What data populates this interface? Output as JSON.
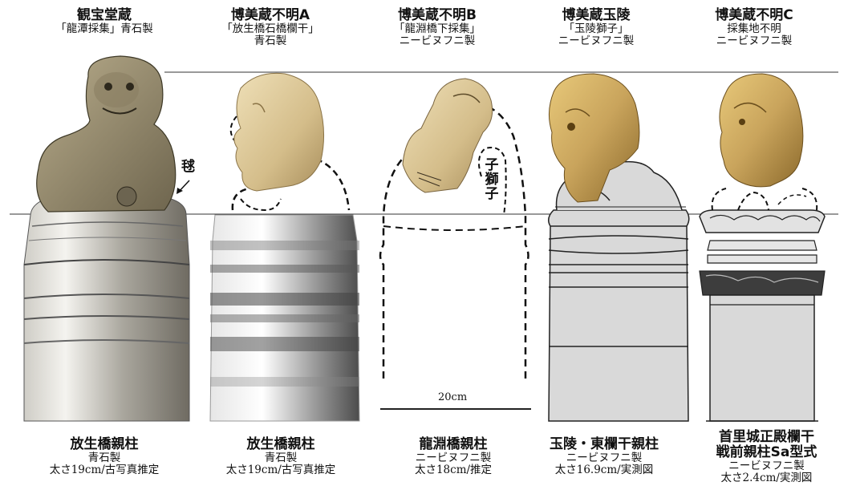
{
  "top_captions": [
    {
      "title": "観宝堂蔵",
      "lines": [
        "「龍潭採集」青石製"
      ]
    },
    {
      "title": "博美蔵不明A",
      "lines": [
        "「放生橋石橋欄干」",
        "青石製"
      ]
    },
    {
      "title": "博美蔵不明B",
      "lines": [
        "「龍淵橋下採集」",
        "ニービヌフニ製"
      ]
    },
    {
      "title": "博美蔵玉陵",
      "lines": [
        "「玉陵獅子」",
        "ニービヌフニ製"
      ]
    },
    {
      "title": "博美蔵不明C",
      "lines": [
        "採集地不明",
        "ニービヌフニ製"
      ]
    }
  ],
  "bottom_captions": [
    {
      "title": "放生橋親柱",
      "lines": [
        "青石製",
        "太さ19cm/古写真推定"
      ]
    },
    {
      "title": "放生橋親柱",
      "lines": [
        "青石製",
        "太さ19cm/古写真推定"
      ]
    },
    {
      "title": "龍淵橋親柱",
      "lines": [
        "ニービヌフニ製",
        "太さ18cm/推定"
      ]
    },
    {
      "title": "玉陵・東欄干親柱",
      "lines": [
        "ニービヌフニ製",
        "太さ16.9cm/実測図"
      ]
    },
    {
      "title": "首里城正殿欄干\n戦前親柱Sa型式",
      "lines": [
        "ニービヌフニ製",
        "太さ2.4cm/実測図"
      ]
    }
  ],
  "annotations": {
    "ball_label": "毬",
    "child_lion_label": "子獅子",
    "scale_label": "20cm"
  },
  "colors": {
    "stone_grey": "#9b978c",
    "lion_gold": "#c9a45c",
    "line": "#222222"
  }
}
